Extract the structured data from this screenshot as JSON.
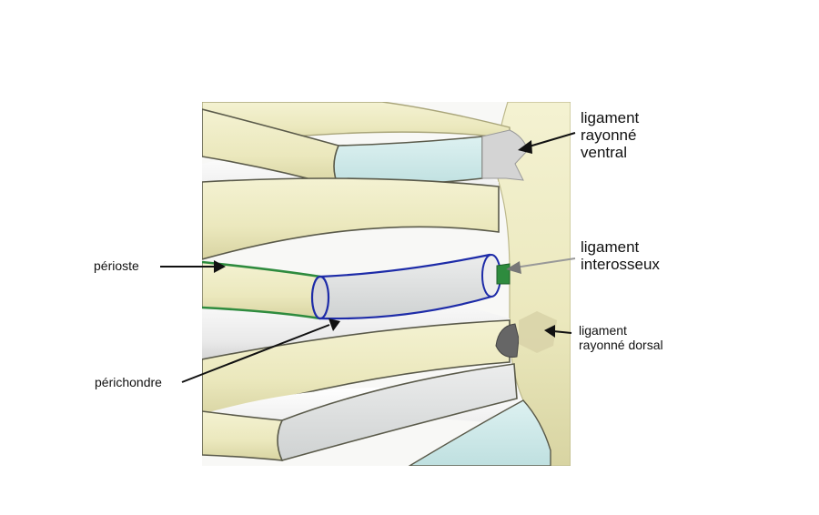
{
  "labels": {
    "ligament_rayonne_ventral": [
      "ligament",
      "rayonné",
      "ventral"
    ],
    "ligament_interosseux": [
      "ligament",
      "interosseux"
    ],
    "ligament_rayonne_dorsal": [
      "ligament",
      "rayonné dorsal"
    ],
    "perioste": "périoste",
    "perichondre": "périchondre"
  },
  "colors": {
    "rib_bone": "#efedc5",
    "costal_cartilage": "#dfe4e4",
    "cartilage_blue": "#d3ecec",
    "perioste_line": "#2e8b3e",
    "perichondre_line": "#1d2ba8",
    "ligament": "#cccccc",
    "ligament_dark": "#666666"
  }
}
